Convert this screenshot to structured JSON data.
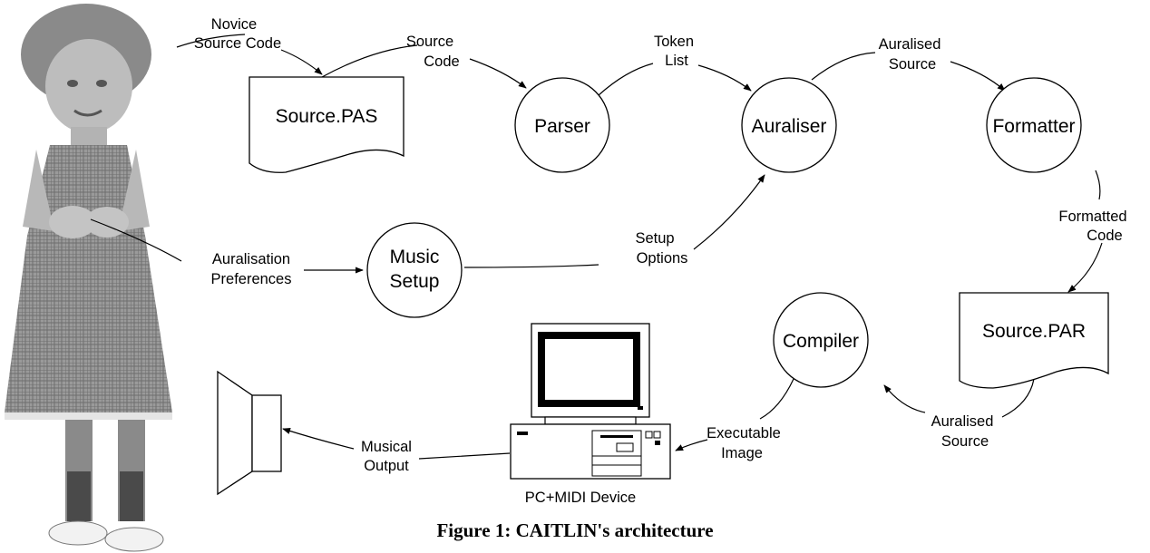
{
  "caption": "Figure 1: CAITLIN's architecture",
  "nodes": {
    "source_pas": "Source.PAS",
    "parser": "Parser",
    "auraliser": "Auraliser",
    "formatter": "Formatter",
    "music_setup_1": "Music",
    "music_setup_2": "Setup",
    "source_par": "Source.PAR",
    "compiler": "Compiler",
    "pc_midi": "PC+MIDI Device"
  },
  "edges": {
    "novice_1": "Novice",
    "novice_2": "Source Code",
    "source_code_1": "Source",
    "source_code_2": "Code",
    "token_1": "Token",
    "token_2": "List",
    "auralised_source_1": "Auralised",
    "auralised_source_2": "Source",
    "formatted_1": "Formatted",
    "formatted_2": "Code",
    "prefs_1": "Auralisation",
    "prefs_2": "Preferences",
    "setup_opts_1": "Setup",
    "setup_opts_2": "Options",
    "aur_src2_1": "Auralised",
    "aur_src2_2": "Source",
    "exec_1": "Executable",
    "exec_2": "Image",
    "musical_1": "Musical",
    "musical_2": "Output"
  }
}
